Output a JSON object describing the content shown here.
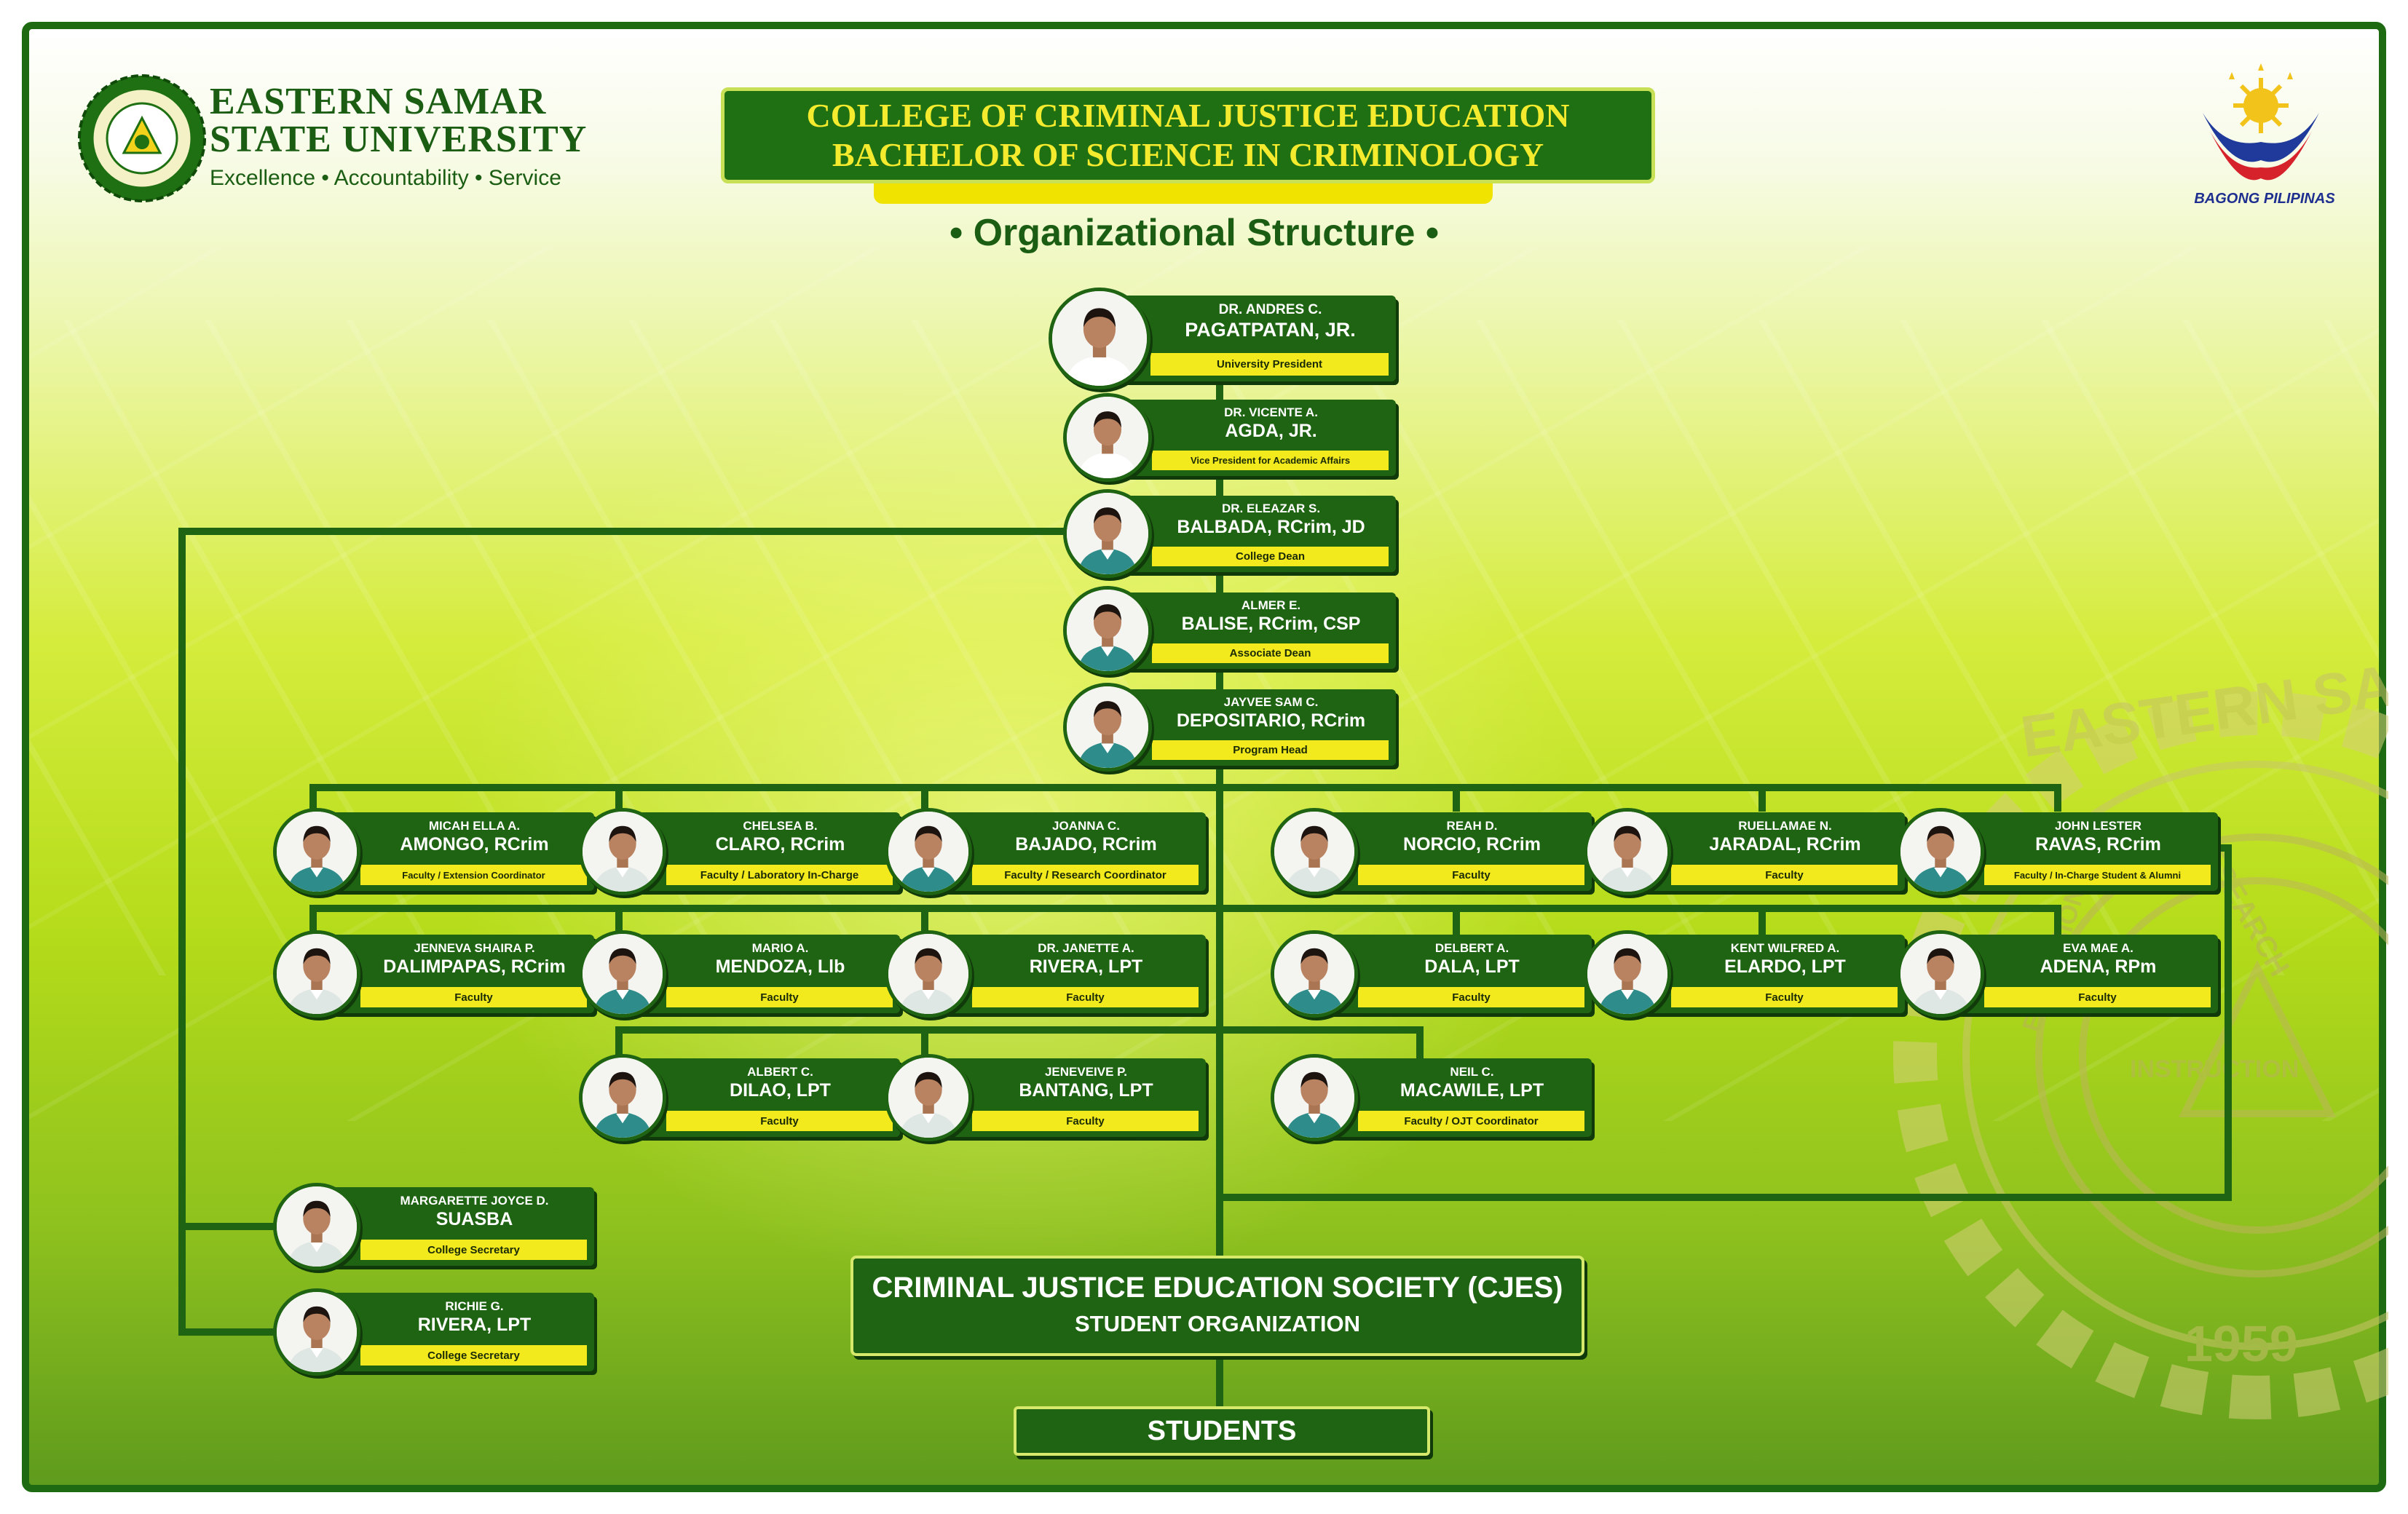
{
  "university": {
    "name_line1": "EASTERN SAMAR",
    "name_line2": "STATE UNIVERSITY",
    "tagline": "Excellence • Accountability • Service"
  },
  "header": {
    "title_line1": "COLLEGE OF CRIMINAL JUSTICE EDUCATION",
    "title_line2": "BACHELOR OF SCIENCE IN CRIMINOLOGY",
    "subtitle": "• Organizational Structure •"
  },
  "partner_logo": {
    "text": "BAGONG PILIPINAS"
  },
  "seal_text": {
    "top": "EASTERN SAMAR STATE",
    "research": "RESEARCH",
    "extension": "EXTENSION",
    "instruction": "INSTRUCTION",
    "year": "1959"
  },
  "colors": {
    "dark_green": "#1f6412",
    "title_yellow": "#f4ea2e",
    "role_yellow": "#f2ea1c",
    "connector": "#1f6412"
  },
  "people": [
    {
      "id": "president",
      "first": "DR. ANDRES C.",
      "last": "PAGATPATAN, JR.",
      "role": "University President",
      "shirt": "#ffffff"
    },
    {
      "id": "vp-academic",
      "first": "DR. VICENTE A.",
      "last": "AGDA, JR.",
      "role": "Vice President for Academic Affairs",
      "shirt": "#ffffff"
    },
    {
      "id": "dean",
      "first": "DR. ELEAZAR S.",
      "last": "BALBADA, RCrim, JD",
      "role": "College Dean",
      "shirt": "#2e8d8a"
    },
    {
      "id": "associate-dean",
      "first": "ALMER E.",
      "last": "BALISE, RCrim, CSP",
      "role": "Associate Dean",
      "shirt": "#2e8d8a"
    },
    {
      "id": "program-head",
      "first": "JAYVEE SAM C.",
      "last": "DEPOSITARIO, RCrim",
      "role": "Program Head",
      "shirt": "#2e8d8a"
    },
    {
      "id": "amongo",
      "first": "MICAH ELLA A.",
      "last": "AMONGO, RCrim",
      "role": "Faculty / Extension Coordinator",
      "shirt": "#2e8d8a"
    },
    {
      "id": "claro",
      "first": "CHELSEA B.",
      "last": "CLARO, RCrim",
      "role": "Faculty / Laboratory In-Charge",
      "shirt": "#dfe7e4"
    },
    {
      "id": "bajado",
      "first": "JOANNA C.",
      "last": "BAJADO, RCrim",
      "role": "Faculty / Research Coordinator",
      "shirt": "#2e8d8a"
    },
    {
      "id": "norcio",
      "first": "REAH D.",
      "last": "NORCIO, RCrim",
      "role": "Faculty",
      "shirt": "#dfe7e4"
    },
    {
      "id": "jaradal",
      "first": "RUELLAMAE N.",
      "last": "JARADAL, RCrim",
      "role": "Faculty",
      "shirt": "#dfe7e4"
    },
    {
      "id": "ravas",
      "first": "JOHN LESTER",
      "last": "RAVAS, RCrim",
      "role": "Faculty / In-Charge Student & Alumni",
      "shirt": "#2e8d8a"
    },
    {
      "id": "dalimpapas",
      "first": "JENNEVA SHAIRA P.",
      "last": "DALIMPAPAS, RCrim",
      "role": "Faculty",
      "shirt": "#dfe7e4"
    },
    {
      "id": "mendoza",
      "first": "MARIO A.",
      "last": "MENDOZA, Llb",
      "role": "Faculty",
      "shirt": "#2e8d8a"
    },
    {
      "id": "rivera-j",
      "first": "DR. JANETTE A.",
      "last": "RIVERA, LPT",
      "role": "Faculty",
      "shirt": "#dfe7e4"
    },
    {
      "id": "dala",
      "first": "DELBERT A.",
      "last": "DALA, LPT",
      "role": "Faculty",
      "shirt": "#2e8d8a"
    },
    {
      "id": "elardo",
      "first": "KENT WILFRED A.",
      "last": "ELARDO, LPT",
      "role": "Faculty",
      "shirt": "#2e8d8a"
    },
    {
      "id": "adena",
      "first": "EVA MAE A.",
      "last": "ADENA, RPm",
      "role": "Faculty",
      "shirt": "#dfe7e4"
    },
    {
      "id": "dilao",
      "first": "ALBERT C.",
      "last": "DILAO, LPT",
      "role": "Faculty",
      "shirt": "#2e8d8a"
    },
    {
      "id": "bantang",
      "first": "JENEVEIVE P.",
      "last": "BANTANG, LPT",
      "role": "Faculty",
      "shirt": "#dfe7e4"
    },
    {
      "id": "macawile",
      "first": "NEIL C.",
      "last": "MACAWILE, LPT",
      "role": "Faculty / OJT Coordinator",
      "shirt": "#2e8d8a"
    },
    {
      "id": "suasba",
      "first": "MARGARETTE JOYCE D.",
      "last": "SUASBA",
      "role": "College Secretary",
      "shirt": "#dfe7e4"
    },
    {
      "id": "rivera-r",
      "first": "RICHIE G.",
      "last": "RIVERA, LPT",
      "role": "College Secretary",
      "shirt": "#dfe7e4"
    }
  ],
  "organizations": {
    "cjes_title": "CRIMINAL JUSTICE EDUCATION SOCIETY (CJES)",
    "cjes_subtitle": "STUDENT ORGANIZATION",
    "students": "STUDENTS"
  }
}
